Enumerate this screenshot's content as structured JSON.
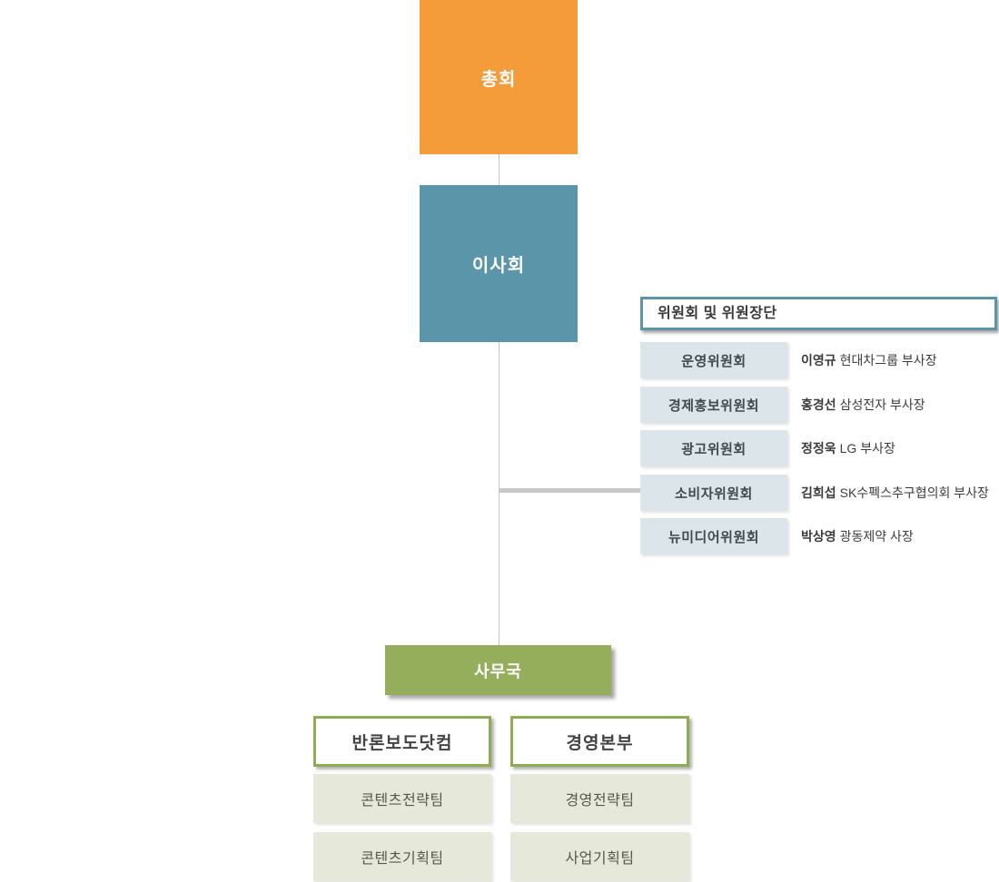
{
  "chart": {
    "assembly_label": "총회",
    "board_label": "이사회",
    "office_label": "사무국",
    "committee": {
      "title": "위원회 및 위원장단",
      "items": [
        {
          "label": "운영위원회",
          "chair": "이영규",
          "position": "현대차그룹 부사장"
        },
        {
          "label": "경제홍보위원회",
          "chair": "홍경선",
          "position": "삼성전자 부사장"
        },
        {
          "label": "광고위원회",
          "chair": "정정욱",
          "position": "LG 부사장"
        },
        {
          "label": "소비자위원회",
          "chair": "김희섭",
          "position": "SK수펙스추구협의회 부사장"
        },
        {
          "label": "뉴미디어위원회",
          "chair": "박상영",
          "position": "광동제약 사장"
        }
      ]
    },
    "departments": [
      {
        "name": "반론보도닷컴",
        "teams": [
          {
            "name": "콘텐츠전략팀"
          },
          {
            "name": "콘텐츠기획팀"
          }
        ]
      },
      {
        "name": "경영본부",
        "teams": [
          {
            "name": "경영전략팀"
          },
          {
            "name": "사업기획팀"
          }
        ]
      }
    ],
    "colors": {
      "assembly": "#F49C3A",
      "board": "#5A95A9",
      "office": "#95AE5C",
      "committee_border": "#5A95A9",
      "committee_item_bg": "#DCE5EA",
      "dept_border": "#8EAD52",
      "team_bg": "#E6E8DA",
      "connector": "#C9C9C9"
    }
  }
}
